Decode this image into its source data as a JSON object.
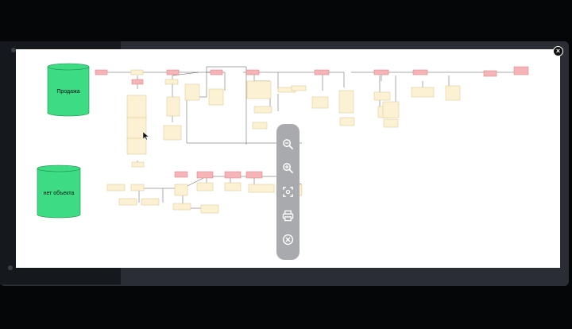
{
  "viewer": {
    "close_symbol": "×",
    "toolbar": [
      {
        "name": "zoom-out-button",
        "icon": "zoom-out-icon"
      },
      {
        "name": "zoom-in-button",
        "icon": "zoom-in-icon"
      },
      {
        "name": "fit-screen-button",
        "icon": "fit-screen-icon"
      },
      {
        "name": "print-button",
        "icon": "print-icon"
      },
      {
        "name": "close-viewer-button",
        "icon": "close-circle-icon"
      }
    ]
  },
  "diagram": {
    "cylinders": [
      {
        "label": "Продажа",
        "color": "#3ddc84"
      },
      {
        "label": "нет объекта",
        "color": "#3ddc84"
      }
    ],
    "colors": {
      "node_fill": "#fdf1d3",
      "node_stroke": "#d8c58d",
      "red_fill": "#f5b5b8",
      "red_stroke": "#d9787d",
      "edge": "#555555"
    }
  }
}
